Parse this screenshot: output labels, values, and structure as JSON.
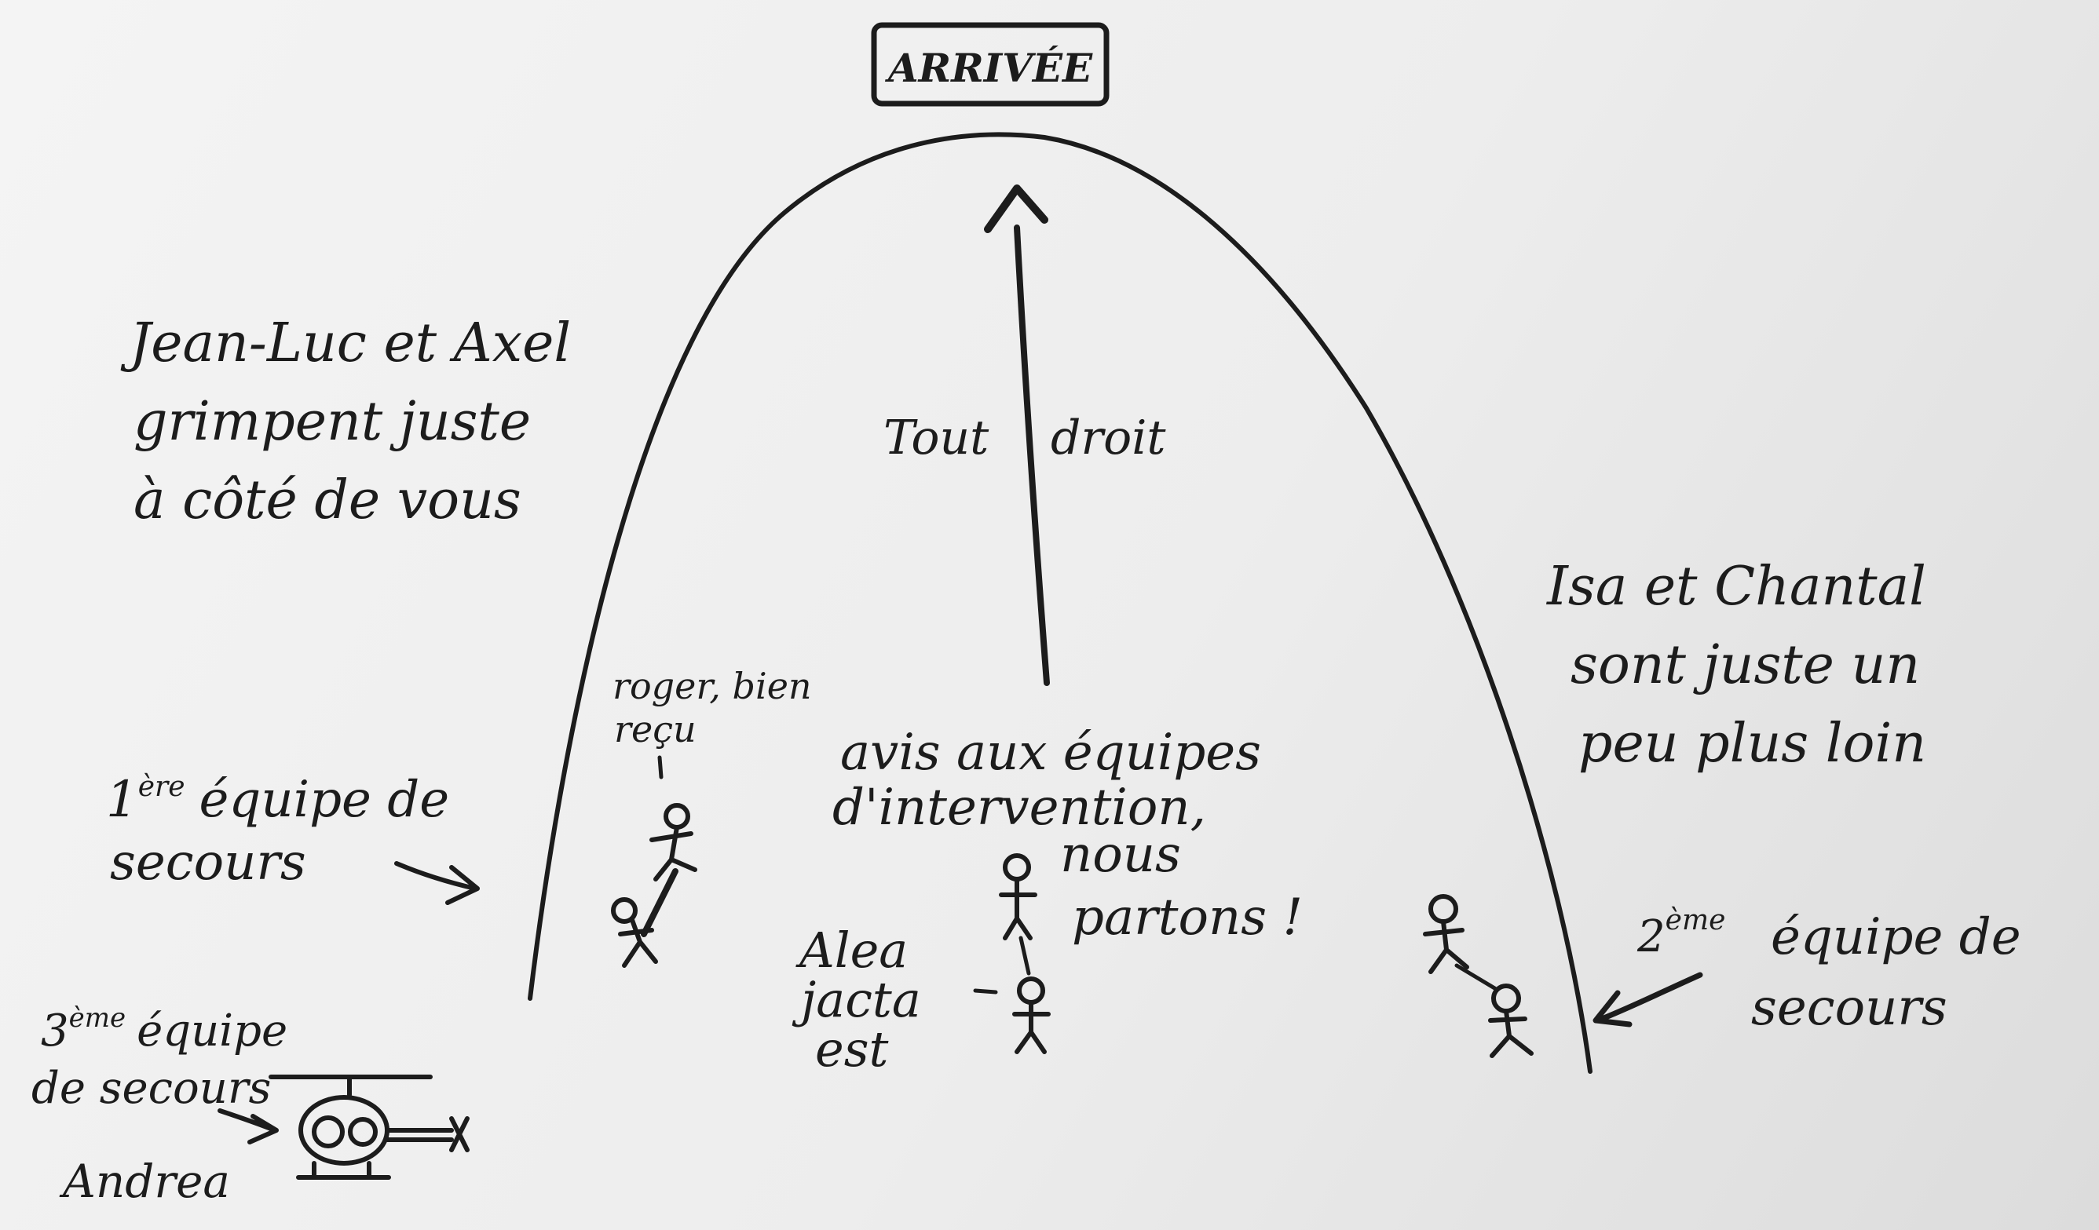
{
  "summit_sign": "ARRIVÉE",
  "arrow_label": {
    "left": "Tout",
    "right": "droit"
  },
  "note_left": [
    "Jean-Luc et Axel",
    "grimpent juste",
    "à côté de vous"
  ],
  "note_right": [
    "Isa et Chantal",
    "sont juste un",
    "peu plus loin"
  ],
  "team1": {
    "ordinal": "1",
    "ordinal_sup": "ère",
    "lines": [
      "équipe de",
      "secours"
    ]
  },
  "team2": {
    "ordinal": "2",
    "ordinal_sup": "ème",
    "lines": [
      "équipe de",
      "secours"
    ]
  },
  "team3": {
    "ordinal": "3",
    "ordinal_sup": "ème",
    "lines": [
      "équipe",
      "de secours"
    ]
  },
  "reply": [
    "roger, bien",
    "reçu"
  ],
  "announcement": [
    "avis aux équipes",
    "d'intervention,",
    "nous",
    "partons !"
  ],
  "alea": [
    "Alea",
    "jacta",
    "est"
  ],
  "pilot": "Andrea"
}
